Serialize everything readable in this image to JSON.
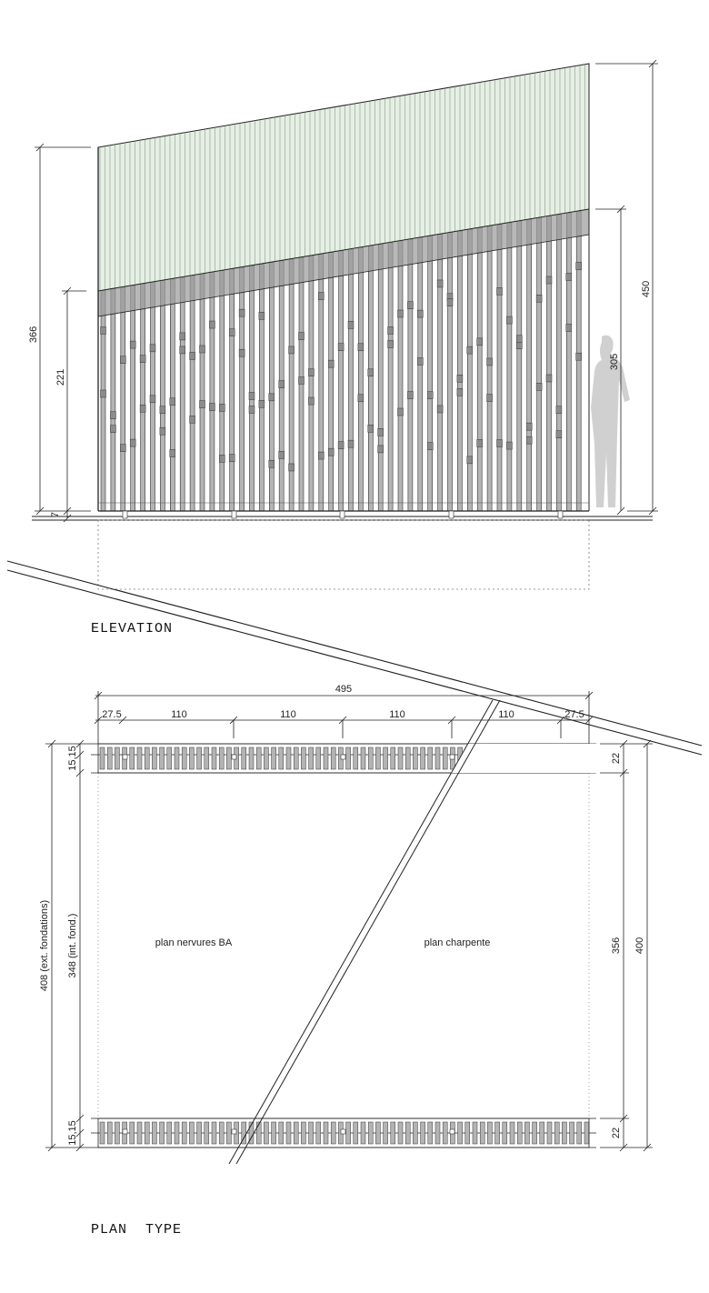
{
  "elevation": {
    "title": "ELEVATION",
    "dims": {
      "total_left": "366",
      "band_left": "221",
      "base": "7",
      "total_right": "450",
      "band_right": "305"
    }
  },
  "plan": {
    "title": "PLAN  TYPE",
    "dims": {
      "overall_width": "495",
      "segments": [
        "27.5",
        "110",
        "110",
        "110",
        "110",
        "27.5"
      ],
      "ext_foundations": "408 (ext. fondations)",
      "int_foundations": "348 (int. fond.)",
      "top_strip": "15,15",
      "bottom_strip": "15,15",
      "right_top": "22",
      "right_mid": "356",
      "right_total": "400",
      "right_bottom": "22"
    },
    "notes": {
      "left": "plan nervures BA",
      "right": "plan charpente"
    }
  },
  "colors": {
    "glass": "#e6efe4",
    "slat": "#b4b4b4",
    "block": "#8c8c8c",
    "line": "#222222",
    "person": "#d0d0d0"
  }
}
